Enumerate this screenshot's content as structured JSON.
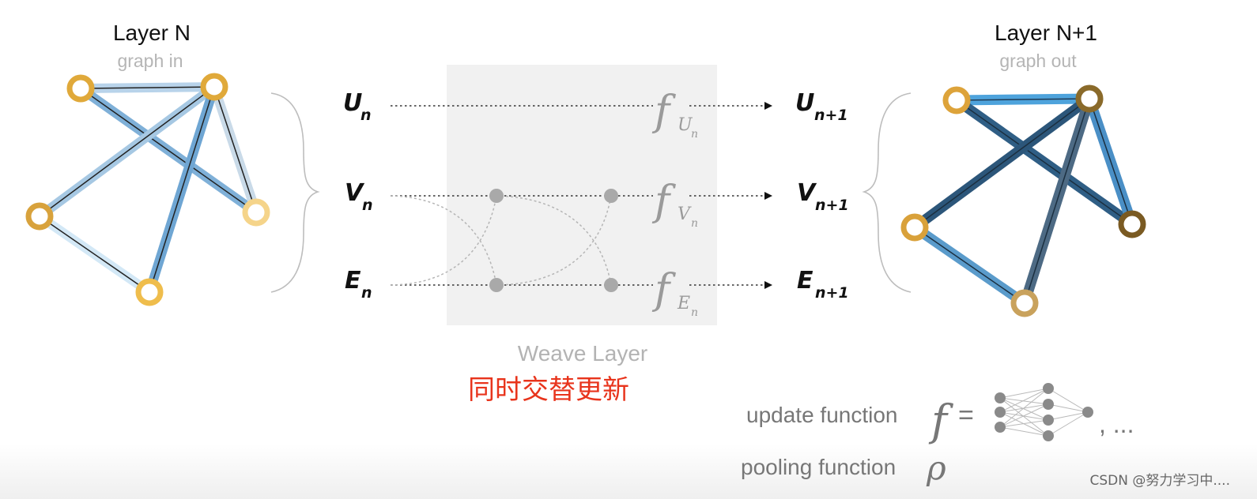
{
  "left_graph": {
    "title": "Layer N",
    "subtitle": "graph in"
  },
  "right_graph": {
    "title": "Layer N+1",
    "subtitle": "graph out"
  },
  "inputs": [
    {
      "base": "U",
      "sub": "n"
    },
    {
      "base": "V",
      "sub": "n"
    },
    {
      "base": "E",
      "sub": "n"
    }
  ],
  "outputs": [
    {
      "base": "U",
      "sub": "n+1"
    },
    {
      "base": "V",
      "sub": "n+1"
    },
    {
      "base": "E",
      "sub": "n+1"
    }
  ],
  "functions": [
    {
      "symbol": "f",
      "sub_base": "U",
      "sub_sub": "n"
    },
    {
      "symbol": "f",
      "sub_base": "V",
      "sub_sub": "n"
    },
    {
      "symbol": "f",
      "sub_base": "E",
      "sub_sub": "n"
    }
  ],
  "weave": {
    "caption": "Weave Layer",
    "annotation": "同时交替更新"
  },
  "legend": {
    "update_label": "update function",
    "update_symbol": "f",
    "equals": "=",
    "trailing": ", ...",
    "pooling_label": "pooling function",
    "pooling_symbol": "ρ"
  },
  "watermark": "CSDN @努力学习中....",
  "colors": {
    "node_gold": "#e0a93a",
    "node_pale": "#f5d48a",
    "node_dark": "#7a5a22",
    "edge_light_blue": "#9ec7e6",
    "edge_blue": "#4a8fc6",
    "edge_dark_blue": "#2f5e85",
    "caption_red": "#e8341c",
    "panel_gray": "#f1f1f1"
  }
}
